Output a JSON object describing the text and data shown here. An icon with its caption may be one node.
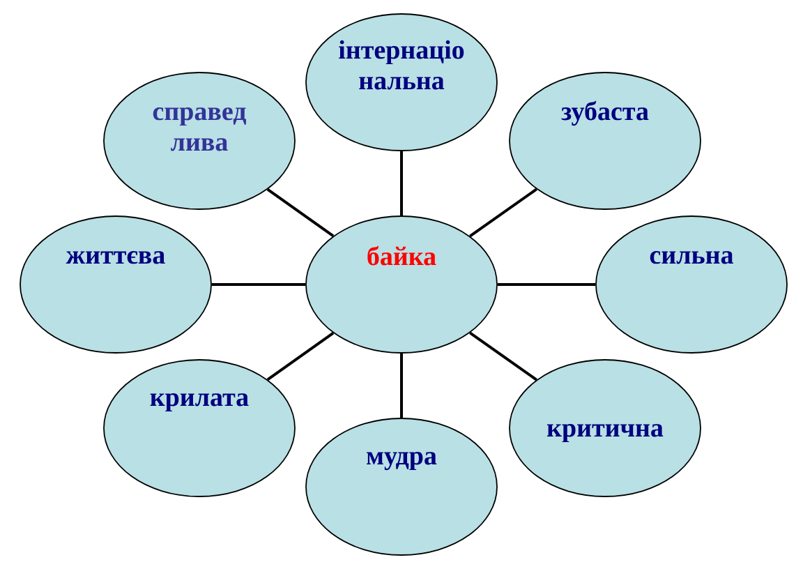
{
  "diagram": {
    "nodes": [
      {
        "text": [
          "байка"
        ]
      },
      {
        "text": [
          "інтернаціо нальна"
        ]
      },
      {
        "text": [
          "зубаста"
        ]
      },
      {
        "text": [
          "сильна"
        ]
      },
      {
        "text": [
          "критична"
        ]
      },
      {
        "text": [
          "мудра"
        ]
      },
      {
        "text": [
          "крилата"
        ]
      },
      {
        "text": [
          "життєва"
        ]
      },
      {
        "text": [
          "справед лива"
        ]
      }
    ],
    "edges": [
      {
        "from": 0,
        "to": 1,
        "arrow": "none"
      },
      {
        "from": 0,
        "to": 2,
        "arrow": "none"
      },
      {
        "from": 0,
        "to": 3,
        "arrow": "none"
      },
      {
        "from": 0,
        "to": 4,
        "arrow": "none"
      },
      {
        "from": 0,
        "to": 5,
        "arrow": "none"
      },
      {
        "from": 0,
        "to": 6,
        "arrow": "none"
      },
      {
        "from": 0,
        "to": 7,
        "arrow": "none"
      },
      {
        "from": 0,
        "to": 8,
        "arrow": "none"
      }
    ]
  }
}
